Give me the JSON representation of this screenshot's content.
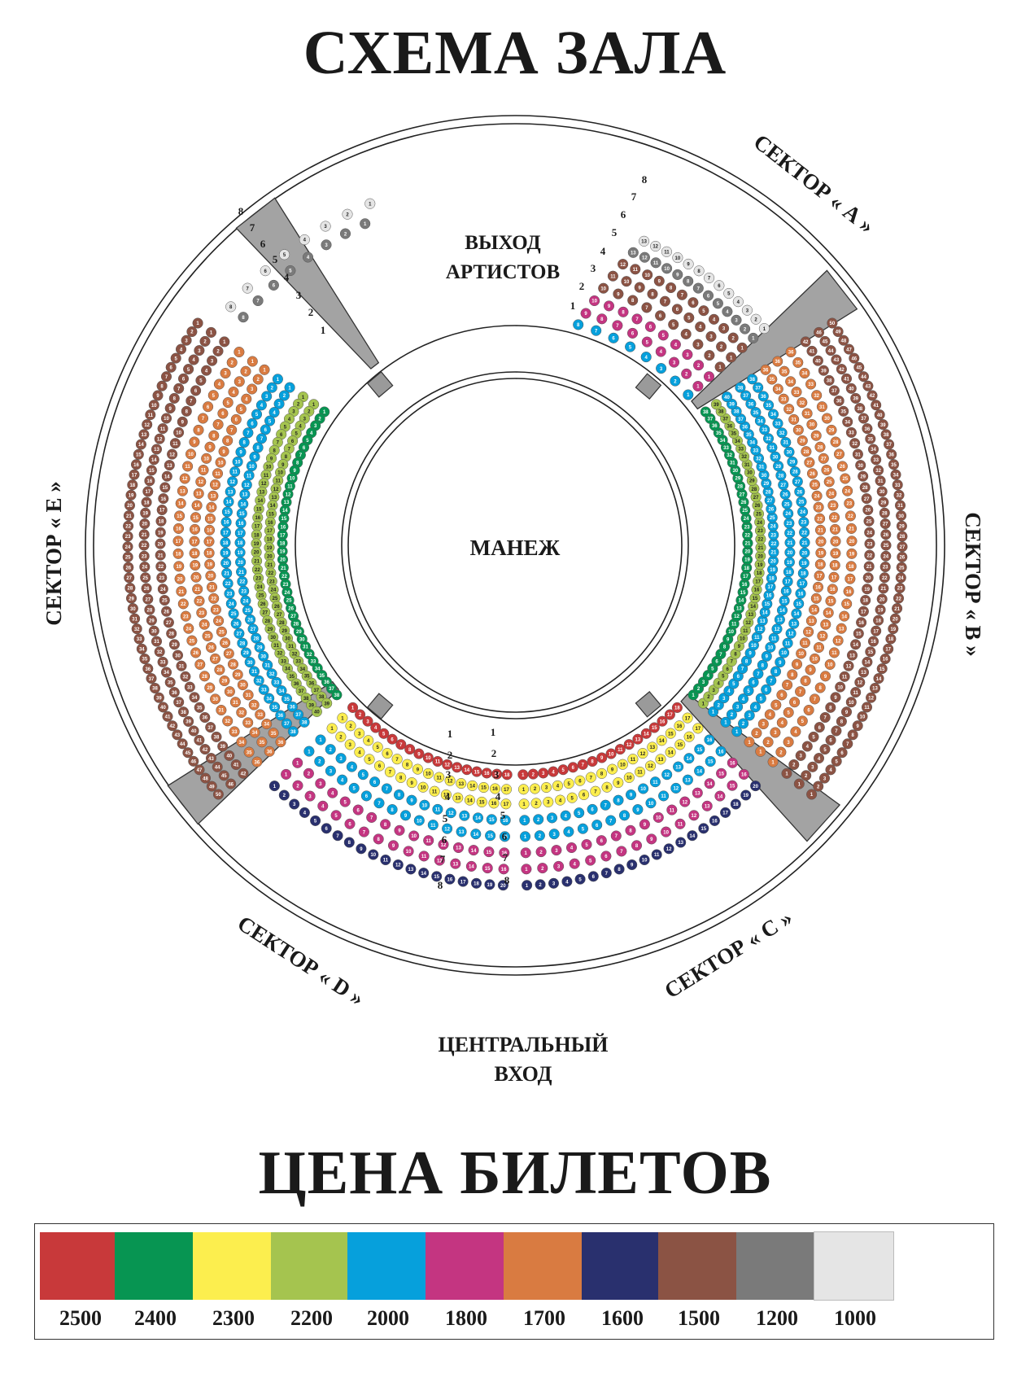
{
  "titles": {
    "hall": "СХЕМА ЗАЛА",
    "prices": "ЦЕНА БИЛЕТОВ"
  },
  "venue": {
    "arena": "МАНЕЖ",
    "artist_exit": [
      "ВЫХОД",
      "АРТИСТОВ"
    ],
    "central_entrance": [
      "ЦЕНТРАЛЬНЫЙ",
      "ВХОД"
    ]
  },
  "sectors": {
    "a": "СЕКТОР « А »",
    "b": "СЕКТОР « В »",
    "c": "СЕКТОР « С »",
    "d": "СЕКТОР « D »",
    "e": "СЕКТОР « Е »"
  },
  "row_numbers": [
    "1",
    "2",
    "3",
    "4",
    "5",
    "6",
    "7",
    "8"
  ],
  "price_levels": [
    {
      "price": "2500",
      "color": "#c8393a"
    },
    {
      "price": "2400",
      "color": "#079552"
    },
    {
      "price": "2300",
      "color": "#fcee4e"
    },
    {
      "price": "2200",
      "color": "#a5c44f"
    },
    {
      "price": "2000",
      "color": "#06a0dc"
    },
    {
      "price": "1800",
      "color": "#c43581"
    },
    {
      "price": "1700",
      "color": "#d97b41"
    },
    {
      "price": "1600",
      "color": "#29306e"
    },
    {
      "price": "1500",
      "color": "#8b5344"
    },
    {
      "price": "1200",
      "color": "#7a7a7a"
    },
    {
      "price": "1000",
      "color": "#e5e5e5"
    }
  ]
}
